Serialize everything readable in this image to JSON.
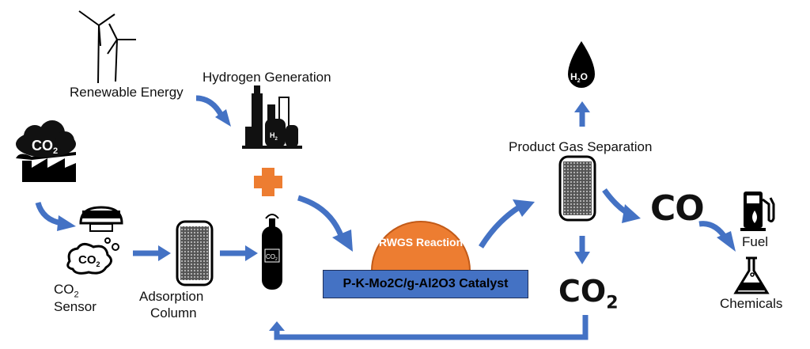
{
  "labels": {
    "renewable_energy": "Renewable Energy",
    "hydrogen_generation": "Hydrogen Generation",
    "product_gas_separation": "Product Gas Separation",
    "co2_sensor_line1": "CO",
    "co2_sensor_sub": "2",
    "co2_sensor_line2": "Sensor",
    "adsorption_line1": "Adsorption",
    "adsorption_line2": "Column",
    "rwgs_reaction": "RWGS Reaction",
    "catalyst": "P-K-Mo2C/g-Al2O3 Catalyst",
    "fuel": "Fuel",
    "chemicals": "Chemicals",
    "co_product": "CO",
    "co2_recycle": "CO",
    "co2_recycle_sub": "2",
    "factory_cloud_text": "CO",
    "factory_cloud_sub": "2",
    "sensor_cloud_text": "CO",
    "sensor_cloud_sub": "2",
    "tank_label": "CO",
    "tank_sub": "2",
    "h2o_text": "H",
    "h2o_sub": "2",
    "h2o_o": "O",
    "h2_tank_text": "H",
    "h2_tank_sub": "2"
  },
  "colors": {
    "arrow": "#4472c4",
    "orange": "#ed7d31",
    "catalyst": "#4472c4",
    "black": "#000000"
  }
}
